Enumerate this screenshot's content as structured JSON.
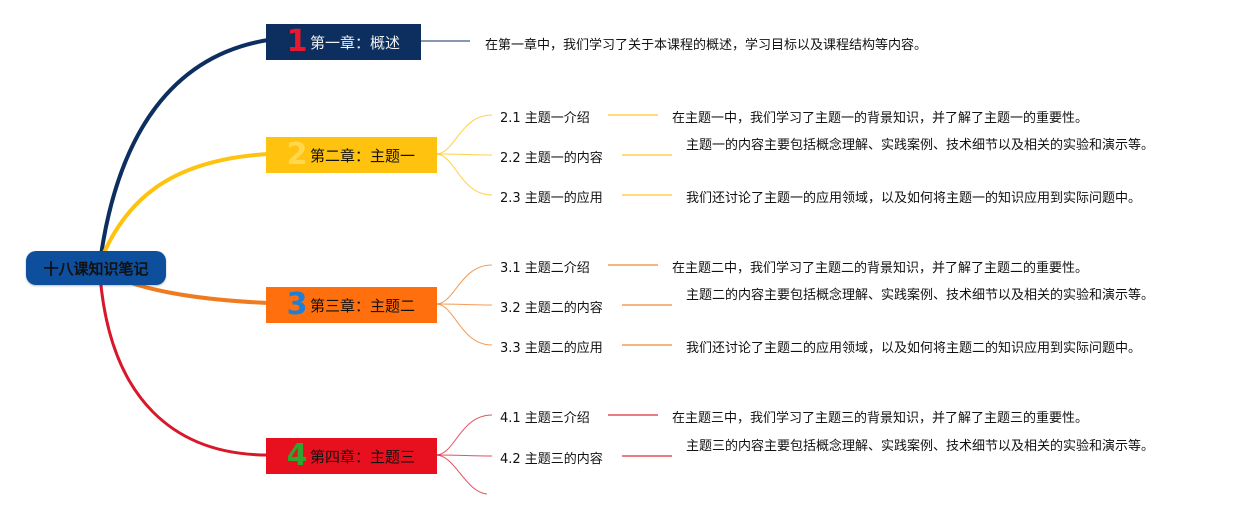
{
  "root": {
    "title": "十八课知识笔记",
    "color": "#0d4f9c"
  },
  "chapters": [
    {
      "number": "1",
      "title": "第一章：概述",
      "box_color": "#0d2f60",
      "num_color": "#e8192c",
      "branch_color": "#0d2f60",
      "summary": "在第一章中，我们学习了关于本课程的概述，学习目标以及课程结构等内容。",
      "subs": []
    },
    {
      "number": "2",
      "title": "第二章：主题一",
      "box_color": "#ffc20e",
      "num_color": "#ffd84d",
      "branch_color": "#ffc20e",
      "subs": [
        {
          "label": "2.1 主题一介绍",
          "desc": "在主题一中，我们学习了主题一的背景知识，并了解了主题一的重要性。"
        },
        {
          "label": "2.2 主题一的内容",
          "desc": "主题一的内容主要包括概念理解、实践案例、技术细节以及相关的实验和演示等。"
        },
        {
          "label": "2.3 主题一的应用",
          "desc": "我们还讨论了主题一的应用领域，以及如何将主题一的知识应用到实际问题中。"
        }
      ]
    },
    {
      "number": "3",
      "title": "第三章：主题二",
      "box_color": "#ff6f0e",
      "num_color": "#1e7fd6",
      "branch_color": "#f07a1e",
      "subs": [
        {
          "label": "3.1 主题二介绍",
          "desc": "在主题二中，我们学习了主题二的背景知识，并了解了主题二的重要性。"
        },
        {
          "label": "3.2 主题二的内容",
          "desc": "主题二的内容主要包括概念理解、实践案例、技术细节以及相关的实验和演示等。"
        },
        {
          "label": "3.3 主题二的应用",
          "desc": "我们还讨论了主题二的应用领域，以及如何将主题二的知识应用到实际问题中。"
        }
      ]
    },
    {
      "number": "4",
      "title": "第四章：主题三",
      "box_color": "#e8101e",
      "num_color": "#2fa52f",
      "branch_color": "#d8182a",
      "subs": [
        {
          "label": "4.1 主题三介绍",
          "desc": "在主题三中，我们学习了主题三的背景知识，并了解了主题三的重要性。"
        },
        {
          "label": "4.2 主题三的内容",
          "desc": "主题三的内容主要包括概念理解、实践案例、技术细节以及相关的实验和演示等。"
        }
      ]
    }
  ]
}
